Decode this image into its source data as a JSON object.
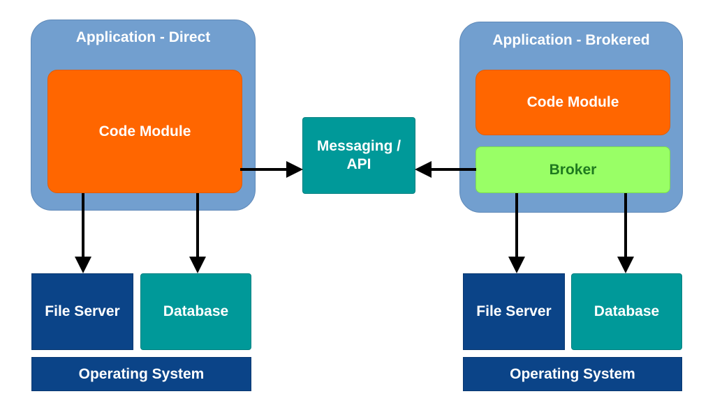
{
  "left": {
    "title": "Application - Direct",
    "code_module": "Code Module",
    "file_server": "File Server",
    "database": "Database",
    "os": "Operating System"
  },
  "middle": {
    "messaging": "Messaging / API"
  },
  "right": {
    "title": "Application - Brokered",
    "code_module": "Code Module",
    "broker": "Broker",
    "file_server": "File Server",
    "database": "Database",
    "os": "Operating System"
  },
  "colors": {
    "app_container": "#729fcf",
    "code_module": "#ff6600",
    "broker": "#99ff66",
    "broker_text": "#1f7a1f",
    "messaging": "#009999",
    "file_server": "#0b4488",
    "database": "#009999",
    "os": "#0b4488"
  }
}
